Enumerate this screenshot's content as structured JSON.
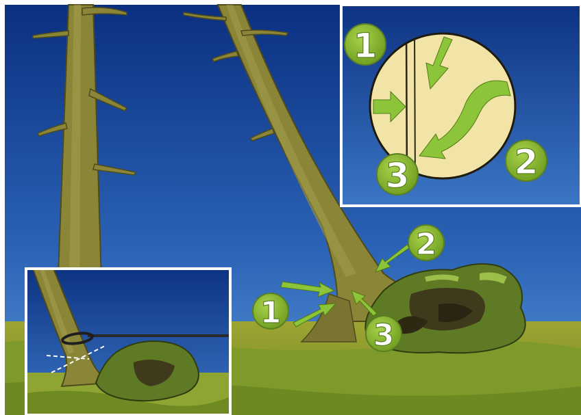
{
  "markers": {
    "main": {
      "one": "1",
      "two": "2",
      "three": "3"
    },
    "detail": {
      "one": "1",
      "two": "2",
      "three": "3"
    }
  },
  "colors": {
    "sky_top": "#0b2f80",
    "sky_bottom": "#4b8ad0",
    "ground": "#8f9b2e",
    "trunk": "#8a8236",
    "marker_green": "#8cbc2e",
    "arrow_green": "#8cc53a",
    "detail_circle": "#f1e4a6",
    "frame": "#ffffff"
  },
  "icons": [
    "marker-1-badge",
    "marker-2-badge",
    "marker-3-badge",
    "arrow-icon"
  ]
}
